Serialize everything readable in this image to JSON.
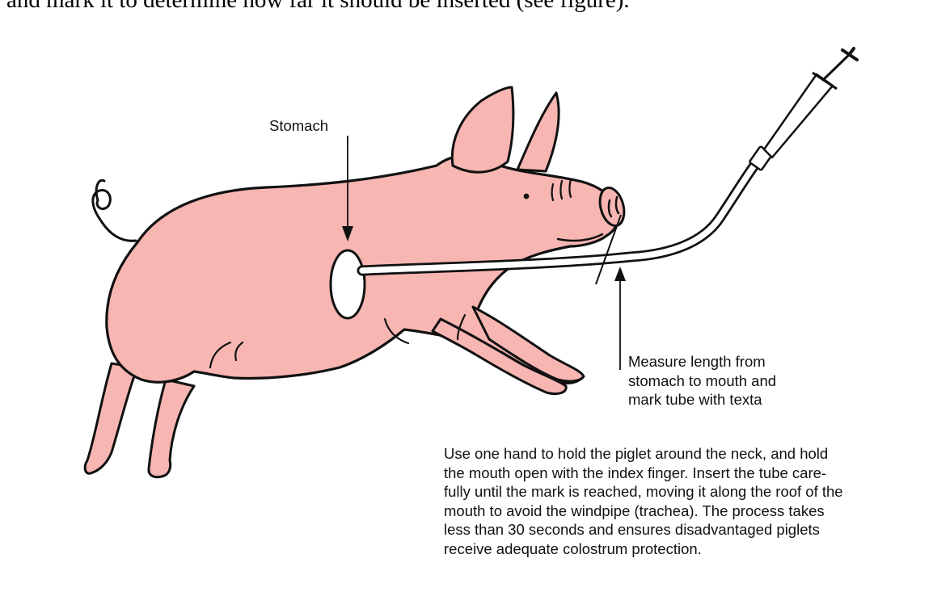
{
  "page": {
    "top_text": "and mark it to determine how far it should be inserted (see figure)."
  },
  "figure": {
    "labels": {
      "stomach": "Stomach",
      "measure_lines": [
        "Measure length from",
        "stomach to mouth and",
        "mark tube with texta"
      ],
      "instruction_lines": [
        "Use one hand to hold the piglet around the neck, and hold",
        "the mouth open with the index finger. Insert the tube care-",
        "fully until the mark is reached, moving it along the roof of the",
        "mouth to avoid the windpipe (trachea). The process takes",
        "less than 30 seconds and ensures disadvantaged piglets",
        "receive adequate colostrum protection."
      ]
    },
    "colors": {
      "pig_fill": "#f7b6b2",
      "outline": "#111111",
      "tube": "#ffffff",
      "stomach_fill": "#ffffff"
    }
  }
}
